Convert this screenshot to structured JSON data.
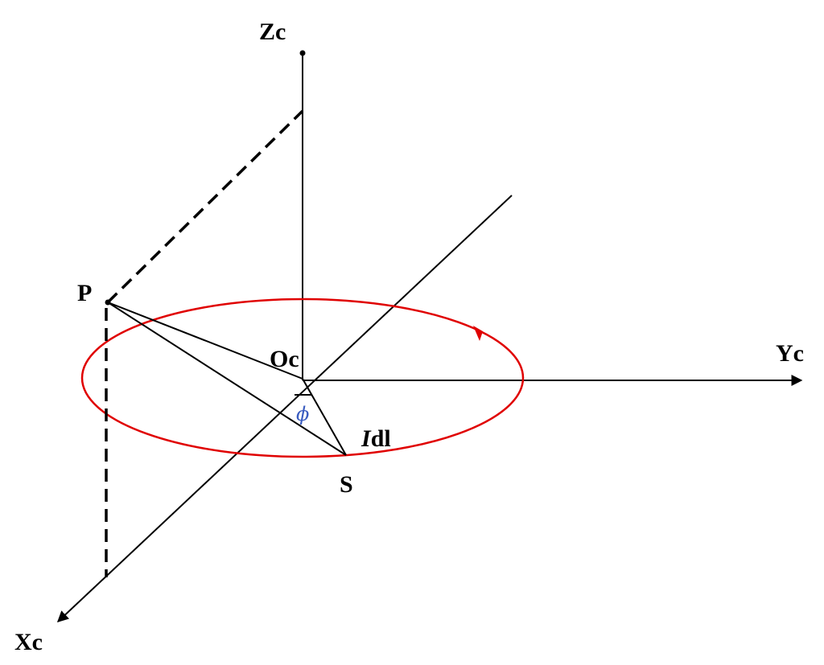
{
  "labels": {
    "z_axis": "Zc",
    "y_axis": "Yc",
    "x_axis": "Xc",
    "origin": "Oc",
    "point_p": "P",
    "point_s": "S",
    "current_element_i": "I",
    "current_element_dl": "dl",
    "angle": "ϕ"
  },
  "colors": {
    "ink": "#000000",
    "current_loop": "#e00000",
    "angle_symbol": "#3a5cc0"
  }
}
